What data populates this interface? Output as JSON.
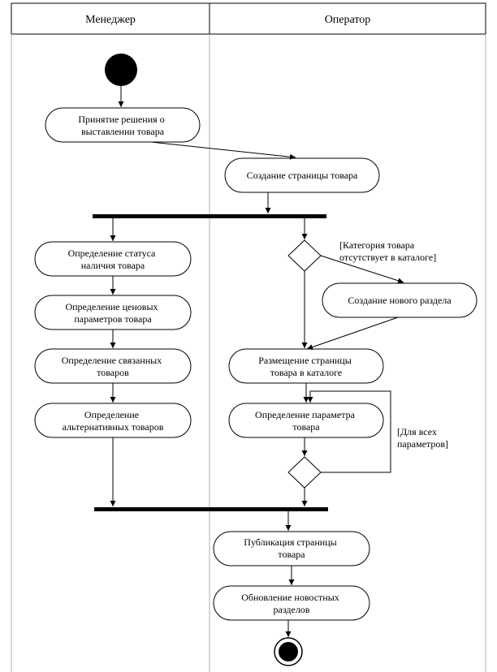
{
  "lanes": {
    "manager": "Менеджер",
    "operator": "Оператор"
  },
  "activities": {
    "accept_decision": [
      "Принятие решения о",
      "выставлении товара"
    ],
    "create_page": [
      "Создание страницы товара"
    ],
    "define_status": [
      "Определение статуса",
      "наличия товара"
    ],
    "define_price": [
      "Определение ценовых",
      "параметров товара"
    ],
    "define_related": [
      "Определение связанных",
      "товаров"
    ],
    "define_alternative": [
      "Определение",
      "альтернативных товаров"
    ],
    "create_section": [
      "Создание нового раздела"
    ],
    "place_page": [
      "Размещение страницы",
      "товара в каталоге"
    ],
    "define_parameter": [
      "Определение параметра",
      "товара"
    ],
    "publish_page": [
      "Публикация страницы",
      "товара"
    ],
    "update_news": [
      "Обновление новостных",
      "разделов"
    ]
  },
  "guards": {
    "category_missing": [
      "[Категория товара",
      "отсутствует в каталоге]"
    ],
    "all_parameters": [
      "[Для всех",
      "параметров]"
    ]
  },
  "colors": {
    "line": "#000000",
    "lane_divider": "#b0b0b0",
    "header_bg": "#ffffff"
  }
}
